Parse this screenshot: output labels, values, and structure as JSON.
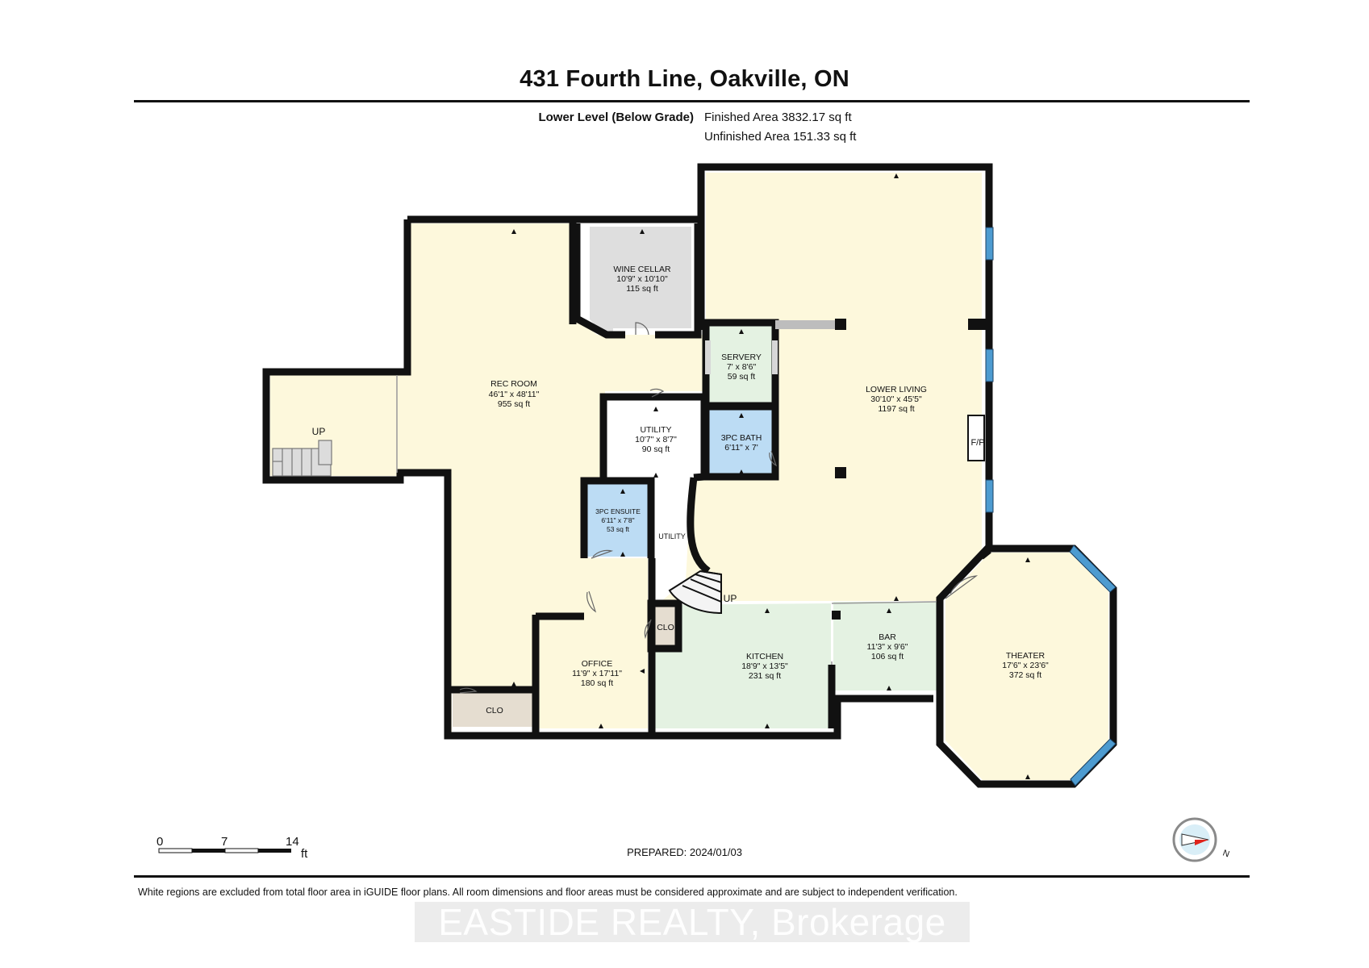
{
  "header": {
    "title": "431 Fourth Line, Oakville, ON",
    "level_name": "Lower Level (Below Grade)",
    "finished_area": "Finished Area 3832.17 sq ft",
    "unfinished_area": "Unfinished Area 151.33 sq ft"
  },
  "rooms": {
    "rec_room": {
      "name": "REC ROOM",
      "dims": "46'1\" x 48'11\"",
      "area": "955 sq ft"
    },
    "wine_cellar": {
      "name": "WINE CELLAR",
      "dims": "10'9\" x 10'10\"",
      "area": "115 sq ft"
    },
    "servery": {
      "name": "SERVERY",
      "dims": "7' x 8'6\"",
      "area": "59 sq ft"
    },
    "lower_living": {
      "name": "LOWER LIVING",
      "dims": "30'10\" x 45'5\"",
      "area": "1197 sq ft"
    },
    "utility": {
      "name": "UTILITY",
      "dims": "10'7\" x 8'7\"",
      "area": "90 sq ft"
    },
    "utility_hall": {
      "name": "UTILITY"
    },
    "bath": {
      "name": "3PC BATH",
      "dims": "6'11\" x 7'"
    },
    "ensuite": {
      "name": "3PC ENSUITE",
      "dims": "6'11\" x 7'8\"",
      "area": "53 sq ft"
    },
    "office": {
      "name": "OFFICE",
      "dims": "11'9\" x 17'11\"",
      "area": "180 sq ft"
    },
    "kitchen": {
      "name": "KITCHEN",
      "dims": "18'9\" x 13'5\"",
      "area": "231 sq ft"
    },
    "bar": {
      "name": "BAR",
      "dims": "11'3\" x 9'6\"",
      "area": "106 sq ft"
    },
    "theater": {
      "name": "THEATER",
      "dims": "17'6\" x 23'6\"",
      "area": "372 sq ft"
    },
    "clo_rec": {
      "name": "CLO"
    },
    "clo_stair": {
      "name": "CLO"
    },
    "stairs_left": {
      "name": "UP"
    },
    "stairs_main": {
      "name": "UP"
    },
    "fireplace": {
      "name": "F/P"
    }
  },
  "scale": {
    "labels": [
      "0",
      "7",
      "14"
    ],
    "unit": "ft"
  },
  "prepared": "PREPARED: 2024/01/03",
  "disclaimer": "White regions are excluded from total floor area in iGUIDE floor plans. All room dimensions and floor areas must be considered approximate and are subject to independent verification.",
  "watermark": "EASTIDE REALTY, Brokerage",
  "compass": {
    "direction_label": "N"
  },
  "colors": {
    "wall": "#111111",
    "living_fill": "#fdf8dc",
    "wine_fill": "#dedede",
    "service_fill": "#e4f2e2",
    "bath_fill": "#bcdcf4",
    "closet_fill": "#e5ddd0",
    "window": "#4d9bd0"
  }
}
